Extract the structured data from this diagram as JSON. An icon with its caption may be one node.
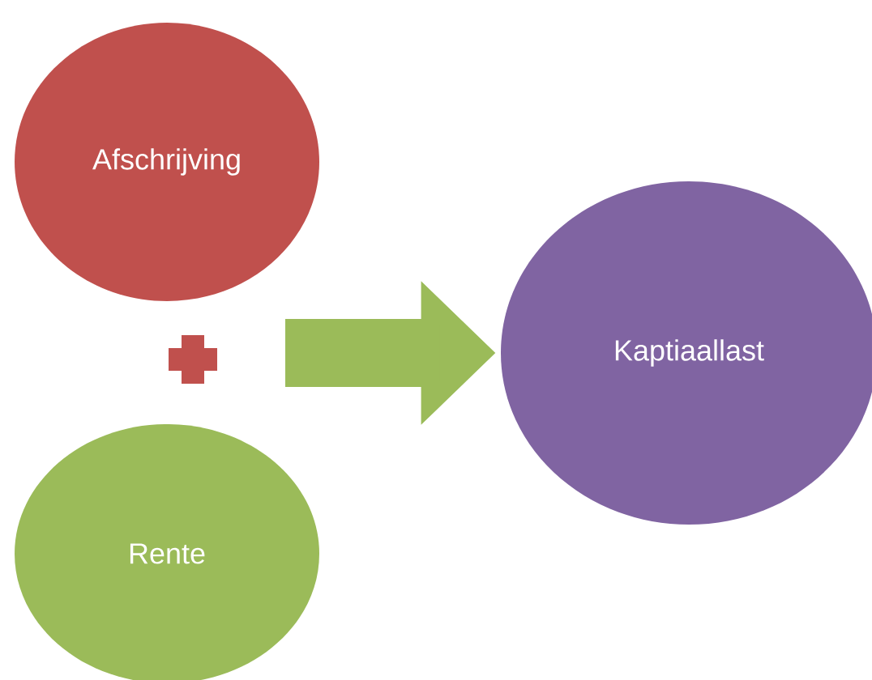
{
  "diagram": {
    "nodes": [
      {
        "text": [
          "Afschrijving"
        ]
      },
      {
        "text": [
          "Rente"
        ]
      },
      {
        "text": [
          "Kaptiaallast"
        ]
      }
    ],
    "edges": [
      {
        "from": null,
        "to": 2,
        "arrow": "to"
      }
    ]
  }
}
